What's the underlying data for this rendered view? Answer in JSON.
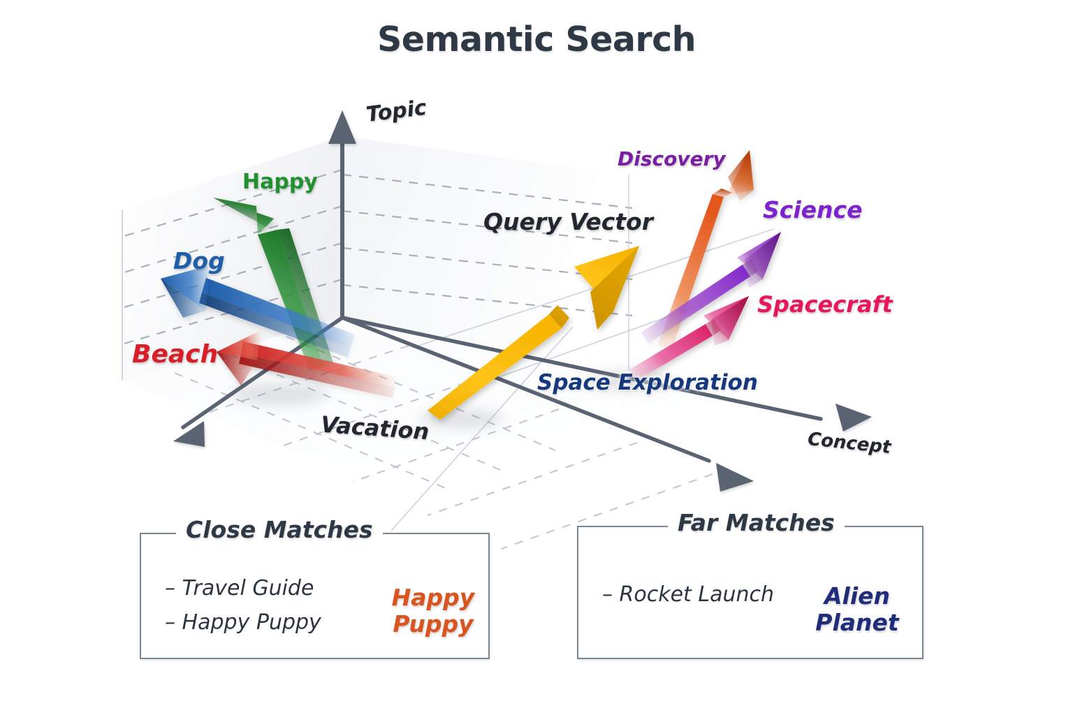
{
  "title": "Semantic Search",
  "axes": [
    {
      "name": "topic-axis",
      "label": "Topic"
    },
    {
      "name": "concept-axis",
      "label": "Concept"
    },
    {
      "name": "vacation-axis",
      "label": "Vacation"
    }
  ],
  "axis_labels": {
    "topic": "Topic",
    "concept": "Concept",
    "vacation": "Vacation"
  },
  "vectors": [
    {
      "label": "Happy",
      "color": "#21912f",
      "group": "close"
    },
    {
      "label": "Dog",
      "color": "#1f5fa9",
      "group": "close"
    },
    {
      "label": "Beach",
      "color": "#d81f27",
      "group": "close"
    },
    {
      "label": "Query Vector",
      "color": "#f5b800",
      "group": "query"
    },
    {
      "label": "Discovery",
      "color": "#e8601c",
      "group": "far"
    },
    {
      "label": "Science",
      "color": "#8e24aa",
      "group": "far"
    },
    {
      "label": "Spacecraft",
      "color": "#e8175d",
      "group": "far"
    },
    {
      "label": "Space Exploration",
      "color": "#16397e",
      "group": "region"
    }
  ],
  "vector_labels": {
    "happy": "Happy",
    "dog": "Dog",
    "beach": "Beach",
    "query": "Query Vector",
    "discovery": "Discovery",
    "science": "Science",
    "spacecraft": "Spacecraft",
    "space_exploration": "Space Exploration"
  },
  "panels": {
    "close": {
      "title": "Close Matches",
      "items": [
        "– Travel Guide",
        "– Happy Puppy"
      ],
      "result_line1": "Happy",
      "result_line2": "Puppy",
      "result_color": "#d9541e"
    },
    "far": {
      "title": "Far Matches",
      "items": [
        "– Rocket Launch"
      ],
      "result_line1": "Alien",
      "result_line2": "Planet",
      "result_color": "#1f2d7a"
    }
  },
  "colors": {
    "title": "#2f3845",
    "axis": "#5a6372",
    "grid_dashed": "#9aa3b0",
    "panel_border": "#7a8594",
    "background": "#ffffff"
  }
}
